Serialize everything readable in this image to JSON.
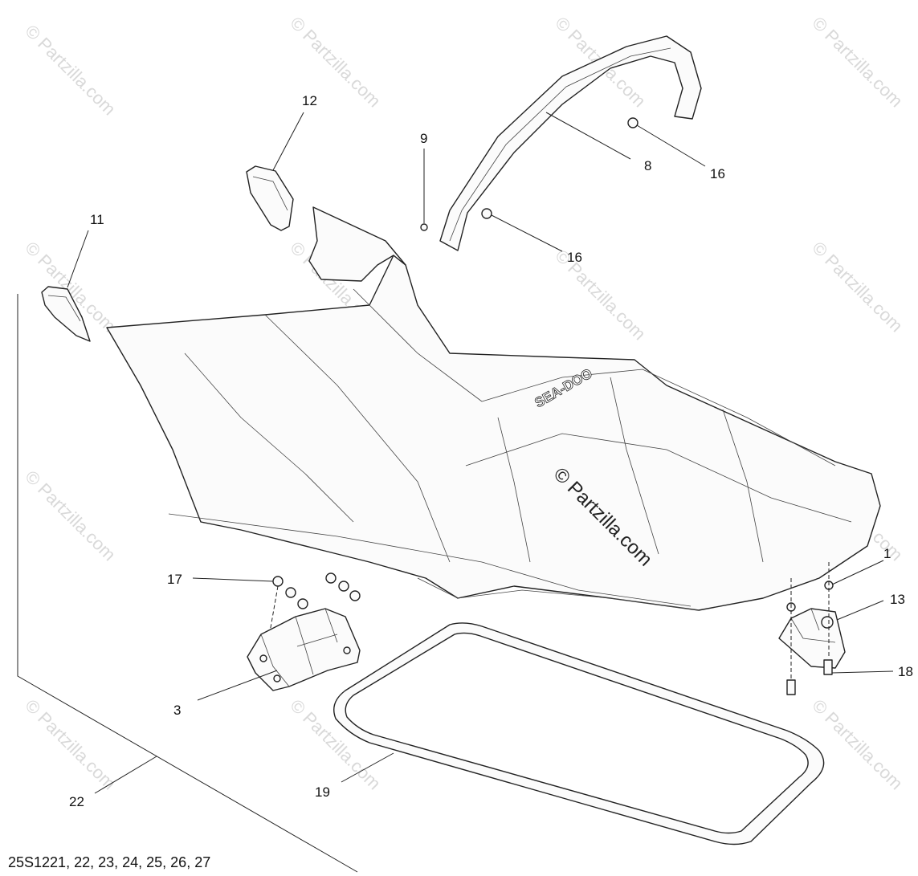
{
  "diagram": {
    "watermark": "© Partzilla.com",
    "center_watermark": "© Partzilla.com",
    "seat_logo": "SEA-DOO",
    "callouts": [
      {
        "id": "c1",
        "label": "1"
      },
      {
        "id": "c3",
        "label": "3"
      },
      {
        "id": "c8",
        "label": "8"
      },
      {
        "id": "c9",
        "label": "9"
      },
      {
        "id": "c11",
        "label": "11"
      },
      {
        "id": "c12",
        "label": "12"
      },
      {
        "id": "c13",
        "label": "13"
      },
      {
        "id": "c16a",
        "label": "16"
      },
      {
        "id": "c16b",
        "label": "16"
      },
      {
        "id": "c17",
        "label": "17"
      },
      {
        "id": "c18",
        "label": "18"
      },
      {
        "id": "c19",
        "label": "19"
      },
      {
        "id": "c22",
        "label": "22"
      }
    ],
    "footer": "25S1221, 22, 23, 24, 25, 26, 27"
  }
}
